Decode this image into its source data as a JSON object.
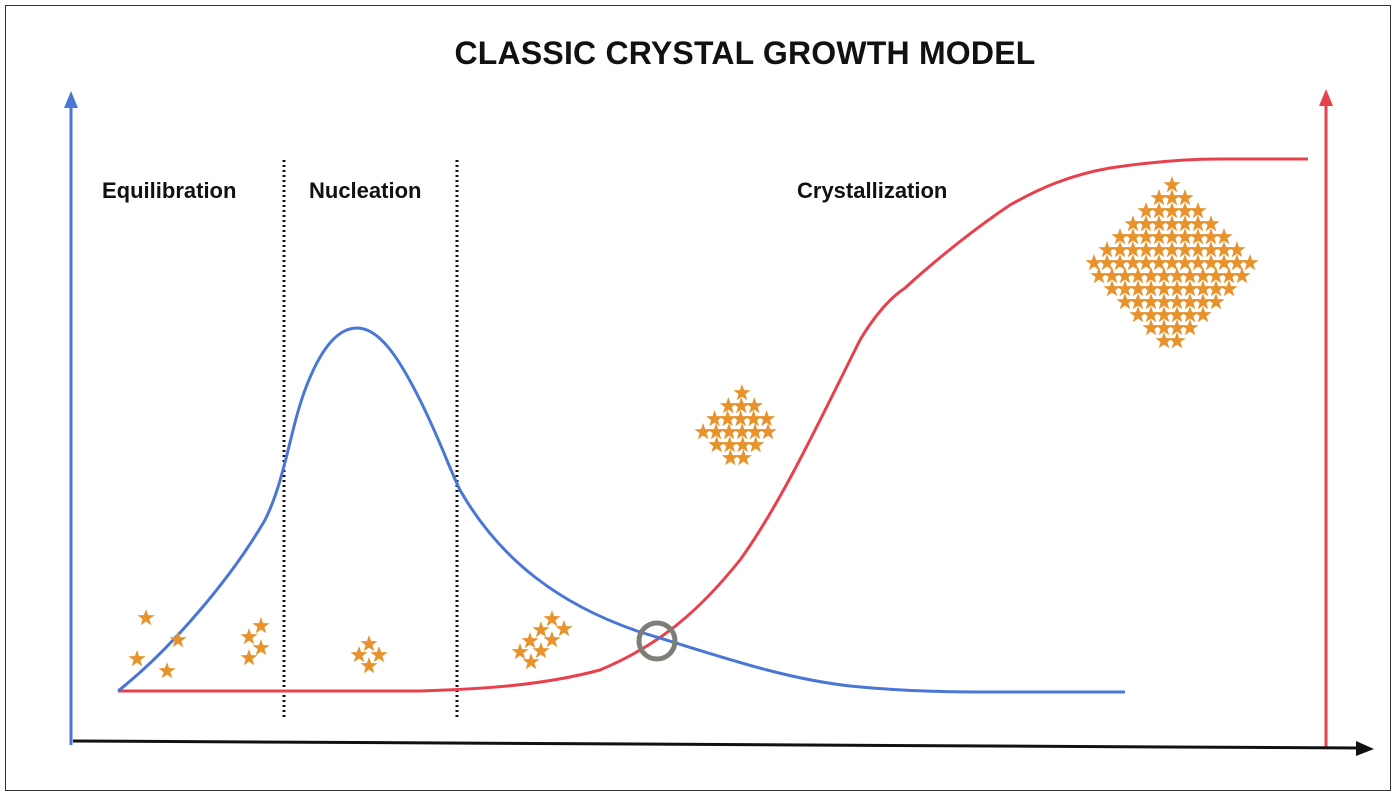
{
  "title": "CLASSIC CRYSTAL GROWTH MODEL",
  "phases": {
    "equilibration": "Equilibration",
    "nucleation": "Nucleation",
    "crystallization": "Crystallization"
  },
  "colors": {
    "supersaturation_curve": "#4a77d6",
    "crystal_growth_curve": "#e8404c",
    "crystal_star": "#e8922c",
    "intersection_marker": "#7a8078",
    "axis": "#111111"
  }
}
